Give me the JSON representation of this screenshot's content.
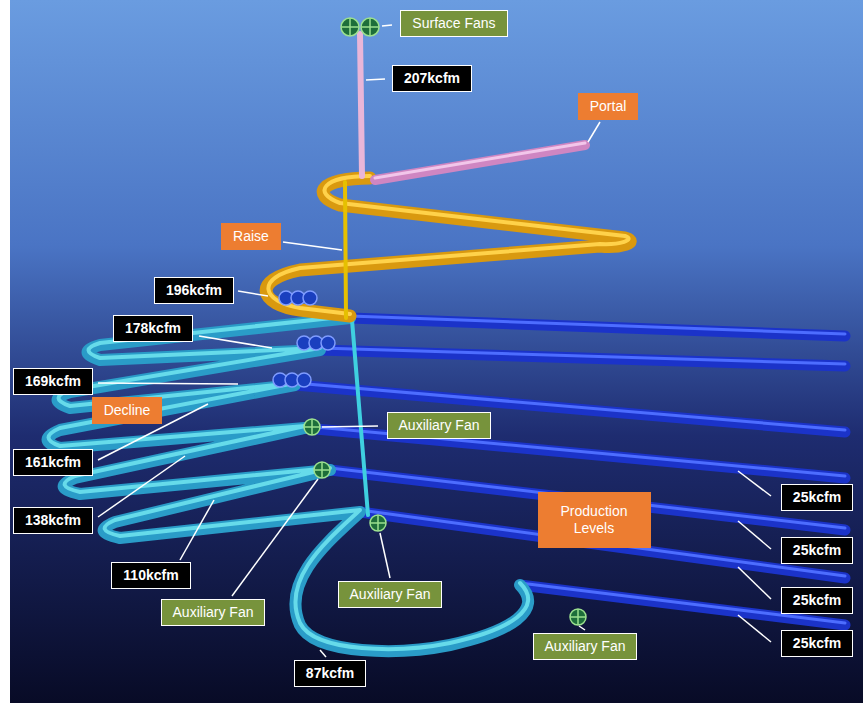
{
  "diagram": {
    "nodes": [
      {
        "text": [
          "Surface Fans"
        ]
      },
      {
        "text": [
          "207kcfm"
        ]
      },
      {
        "text": [
          "Portal"
        ]
      },
      {
        "text": [
          "Raise"
        ]
      },
      {
        "text": [
          "196kcfm"
        ]
      },
      {
        "text": [
          "178kcfm"
        ]
      },
      {
        "text": [
          "169kcfm"
        ]
      },
      {
        "text": [
          "Decline"
        ]
      },
      {
        "text": [
          "Auxiliary Fan"
        ]
      },
      {
        "text": [
          "161kcfm"
        ]
      },
      {
        "text": [
          "25kcfm"
        ]
      },
      {
        "text": [
          "Production Levels"
        ]
      },
      {
        "text": [
          "138kcfm"
        ]
      },
      {
        "text": [
          "25kcfm"
        ]
      },
      {
        "text": [
          "110kcfm"
        ]
      },
      {
        "text": [
          "Auxiliary Fan"
        ]
      },
      {
        "text": [
          "Auxiliary Fan"
        ]
      },
      {
        "text": [
          "25kcfm"
        ]
      },
      {
        "text": [
          "25kcfm"
        ]
      },
      {
        "text": [
          "Auxiliary Fan"
        ]
      },
      {
        "text": [
          "87kcfm"
        ]
      }
    ]
  }
}
